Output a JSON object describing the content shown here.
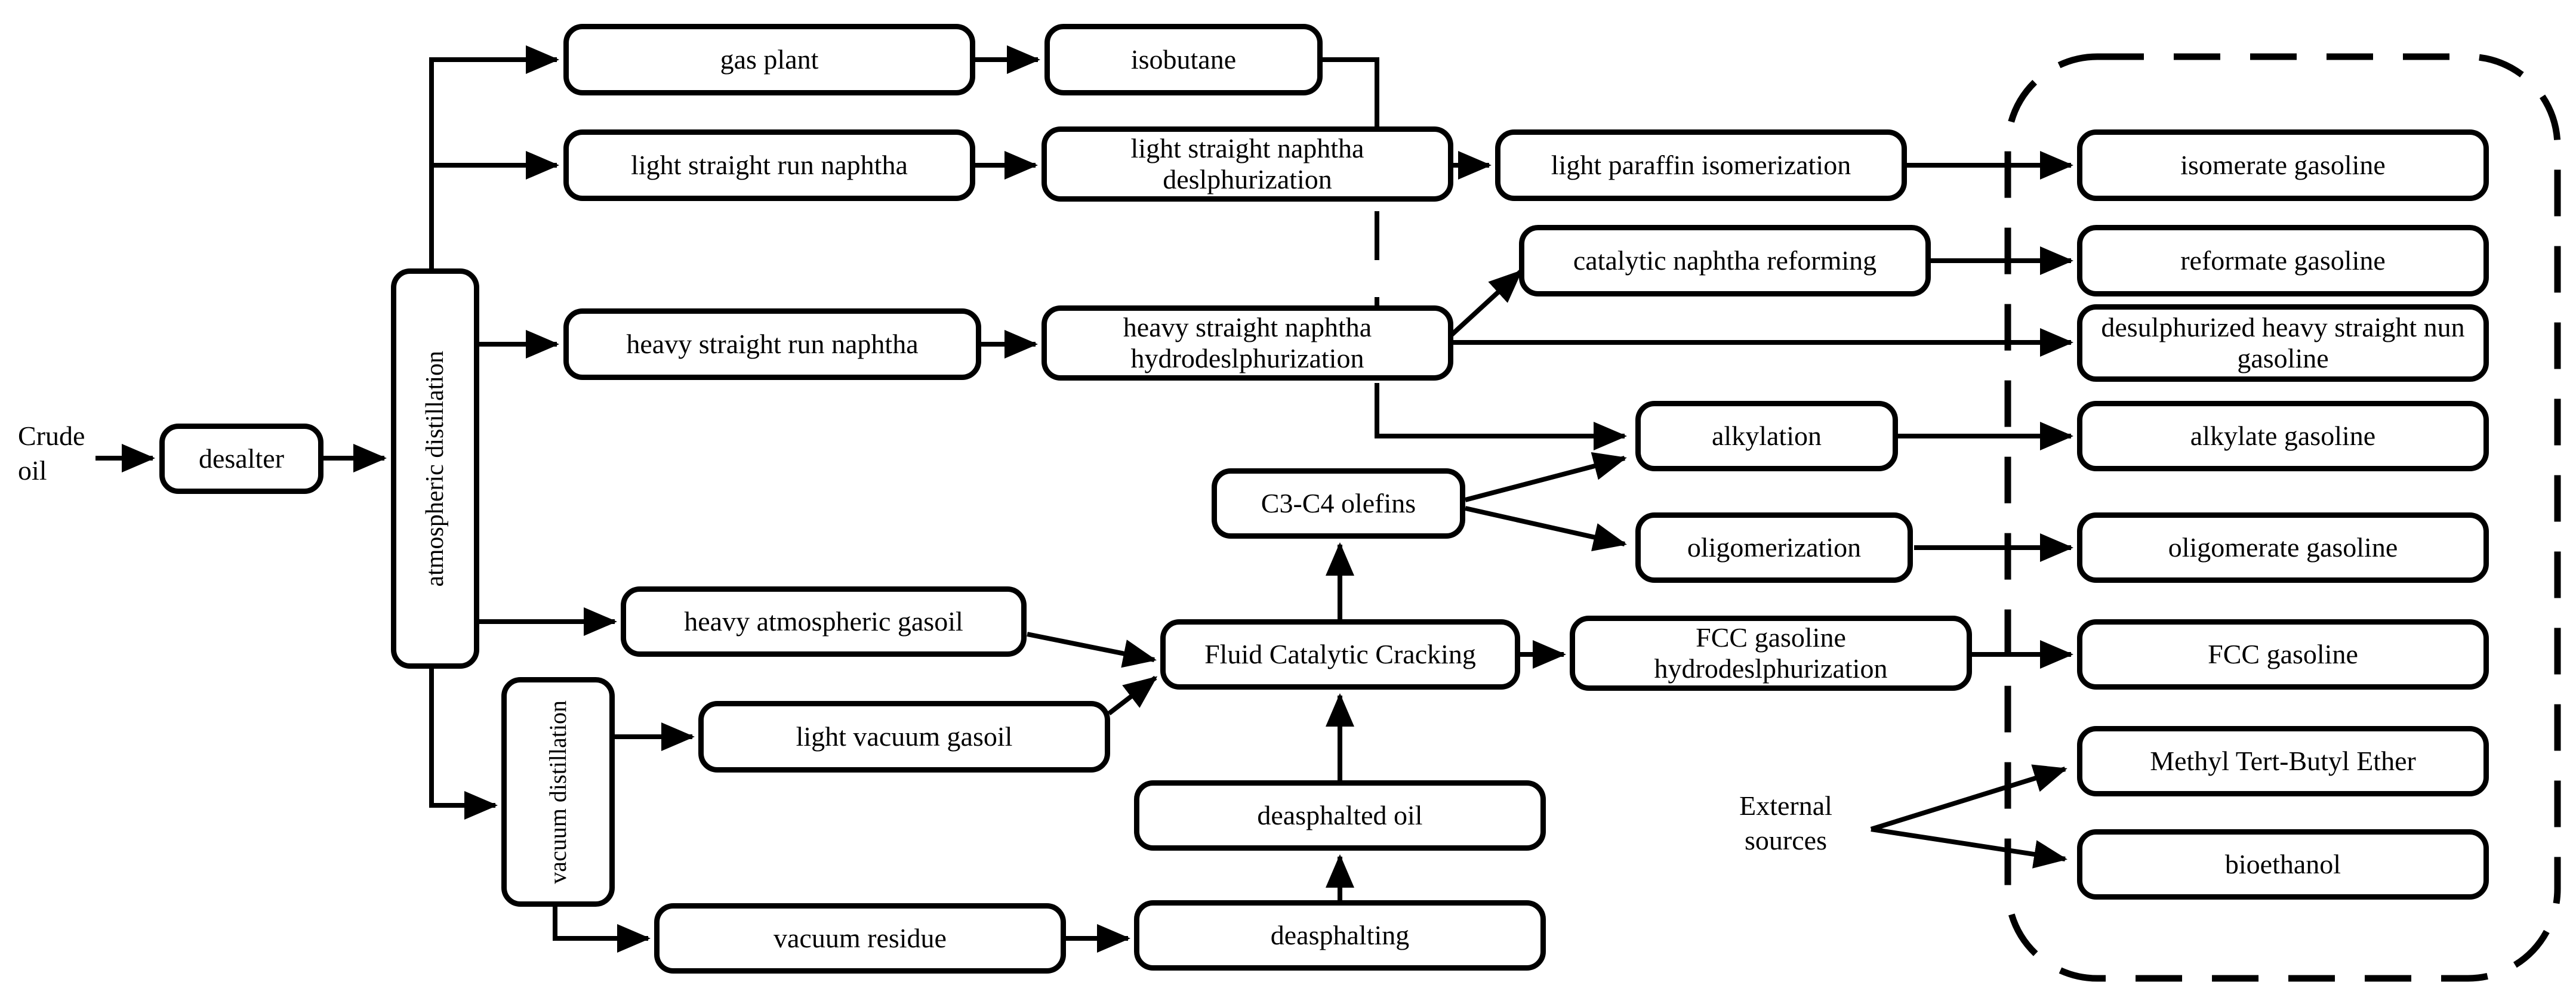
{
  "diagram": {
    "crude_oil_label": "Crude oil",
    "external_sources_label": "External sources",
    "boxes": {
      "desalter": "desalter",
      "atmospheric_distillation": "atmospheric distillation",
      "gas_plant": "gas plant",
      "isobutane": "isobutane",
      "light_straight_run_naphtha": "light straight run naphtha",
      "light_straight_naphtha_deslphurization": "light straight naphtha deslphurization",
      "light_paraffin_isomerization": "light paraffin isomerization",
      "isomerate_gasoline": "isomerate gasoline",
      "catalytic_naphtha_reforming": "catalytic naphtha reforming",
      "reformate_gasoline": "reformate gasoline",
      "heavy_straight_run_naphtha": "heavy straight run naphtha",
      "heavy_straight_naphtha_hydrodeslphurization": "heavy straight naphtha hydrodeslphurization",
      "desulphurized_heavy_straight_nun_gasoline": "desulphurized heavy straight nun gasoline",
      "alkylation": "alkylation",
      "alkylate_gasoline": "alkylate gasoline",
      "c3_c4_olefins": "C3-C4 olefins",
      "oligomerization": "oligomerization",
      "oligomerate_gasoline": "oligomerate gasoline",
      "heavy_atmospheric_gasoil": "heavy atmospheric gasoil",
      "fluid_catalytic_cracking": "Fluid Catalytic Cracking",
      "fcc_gasoline_hydrodeslphurization": "FCC gasoline hydrodeslphurization",
      "fcc_gasoline": "FCC gasoline",
      "vacuum_distillation": "vacuum distillation",
      "light_vacuum_gasoil": "light vacuum gasoil",
      "deasphalted_oil": "deasphalted oil",
      "deasphalting": "deasphalting",
      "vacuum_residue": "vacuum residue",
      "methyl_tert_butyl_ether": "Methyl Tert-Butyl Ether",
      "bioethanol": "bioethanol"
    },
    "colors": {
      "line": "#000000",
      "box_border": "#000000",
      "box_fill": "#ffffff",
      "background": "#ffffff"
    }
  }
}
